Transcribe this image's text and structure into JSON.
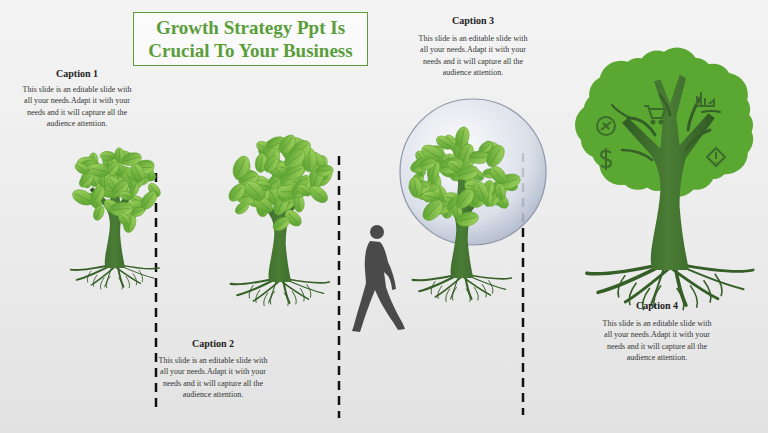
{
  "diagram": {
    "title": "Growth Strategy Ppt Is Crucial To Your Business",
    "labels": [
      "Caption 1",
      "This slide is an editable slide with all your needs.Adapt it with your needs and it will capture all the audience attention.",
      "Caption 2",
      "This slide is an editable slide with all your needs.Adapt it with your needs and it will capture all the audience attention.",
      "Caption 3",
      "This slide is an editable slide with all your needs.Adapt it with your needs and it will capture all the audience attention.",
      "Caption 4",
      "This slide is an editable slide with all your needs.Adapt it with your needs and it will capture all the audience attention."
    ]
  }
}
